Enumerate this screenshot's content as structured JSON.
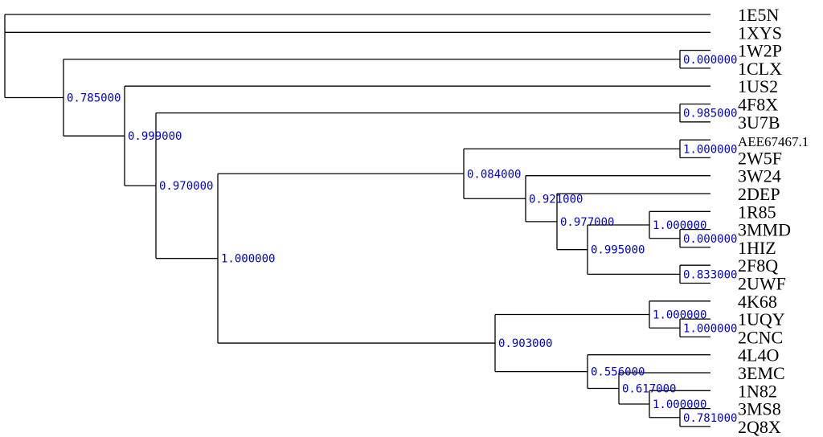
{
  "colors": {
    "branch": "#000000",
    "leaf_label": "#000000",
    "support_label": "#0000cc"
  },
  "leaves": [
    "1E5N",
    "1XYS",
    "1W2P",
    "1CLX",
    "1US2",
    "4F8X",
    "3U7B",
    "AEE67467.1",
    "2W5F",
    "3W24",
    "2DEP",
    "1R85",
    "3MMD",
    "1HIZ",
    "2F8Q",
    "2UWF",
    "4K68",
    "1UQY",
    "2CNC",
    "4L4O",
    "3EMC",
    "1N82",
    "3MS8",
    "2Q8X"
  ],
  "tree": {
    "id": "root",
    "children": [
      {
        "leaf": 0
      },
      {
        "leaf": 1
      },
      {
        "id": "n_785",
        "support": "0.785000",
        "children": [
          {
            "id": "n_000a",
            "support": "0.000000",
            "children": [
              {
                "leaf": 2
              },
              {
                "leaf": 3
              }
            ]
          },
          {
            "id": "n_999",
            "support": "0.999000",
            "children": [
              {
                "leaf": 4
              },
              {
                "id": "n_970",
                "support": "0.970000",
                "children": [
                  {
                    "id": "n_985",
                    "support": "0.985000",
                    "children": [
                      {
                        "leaf": 5
                      },
                      {
                        "leaf": 6
                      }
                    ]
                  },
                  {
                    "id": "n_1000a",
                    "support": "1.000000",
                    "children": [
                      {
                        "id": "n_084",
                        "support": "0.084000",
                        "children": [
                          {
                            "id": "n_1000b",
                            "support": "1.000000",
                            "children": [
                              {
                                "leaf": 7
                              },
                              {
                                "leaf": 8
                              }
                            ]
                          },
                          {
                            "id": "n_921",
                            "support": "0.921000",
                            "children": [
                              {
                                "leaf": 9
                              },
                              {
                                "id": "n_977",
                                "support": "0.977000",
                                "children": [
                                  {
                                    "leaf": 10
                                  },
                                  {
                                    "id": "n_995",
                                    "support": "0.995000",
                                    "children": [
                                      {
                                        "id": "n_1000c",
                                        "support": "1.000000",
                                        "children": [
                                          {
                                            "leaf": 11
                                          },
                                          {
                                            "id": "n_000b",
                                            "support": "0.000000",
                                            "children": [
                                              {
                                                "leaf": 12
                                              },
                                              {
                                                "leaf": 13
                                              }
                                            ]
                                          }
                                        ]
                                      },
                                      {
                                        "id": "n_833",
                                        "support": "0.833000",
                                        "children": [
                                          {
                                            "leaf": 14
                                          },
                                          {
                                            "leaf": 15
                                          }
                                        ]
                                      }
                                    ]
                                  }
                                ]
                              }
                            ]
                          }
                        ]
                      },
                      {
                        "id": "n_903",
                        "support": "0.903000",
                        "children": [
                          {
                            "id": "n_1000d",
                            "support": "1.000000",
                            "children": [
                              {
                                "leaf": 16
                              },
                              {
                                "id": "n_1000e",
                                "support": "1.000000",
                                "children": [
                                  {
                                    "leaf": 17
                                  },
                                  {
                                    "leaf": 18
                                  }
                                ]
                              }
                            ]
                          },
                          {
                            "id": "n_556",
                            "support": "0.556000",
                            "children": [
                              {
                                "leaf": 19
                              },
                              {
                                "id": "n_617",
                                "support": "0.617000",
                                "children": [
                                  {
                                    "leaf": 20
                                  },
                                  {
                                    "id": "n_1000f",
                                    "support": "1.000000",
                                    "children": [
                                      {
                                        "leaf": 21
                                      },
                                      {
                                        "id": "n_781",
                                        "support": "0.781000",
                                        "children": [
                                          {
                                            "leaf": 22
                                          },
                                          {
                                            "leaf": 23
                                          }
                                        ]
                                      }
                                    ]
                                  }
                                ]
                              }
                            ]
                          }
                        ]
                      }
                    ]
                  }
                ]
              }
            ]
          }
        ]
      }
    ]
  }
}
